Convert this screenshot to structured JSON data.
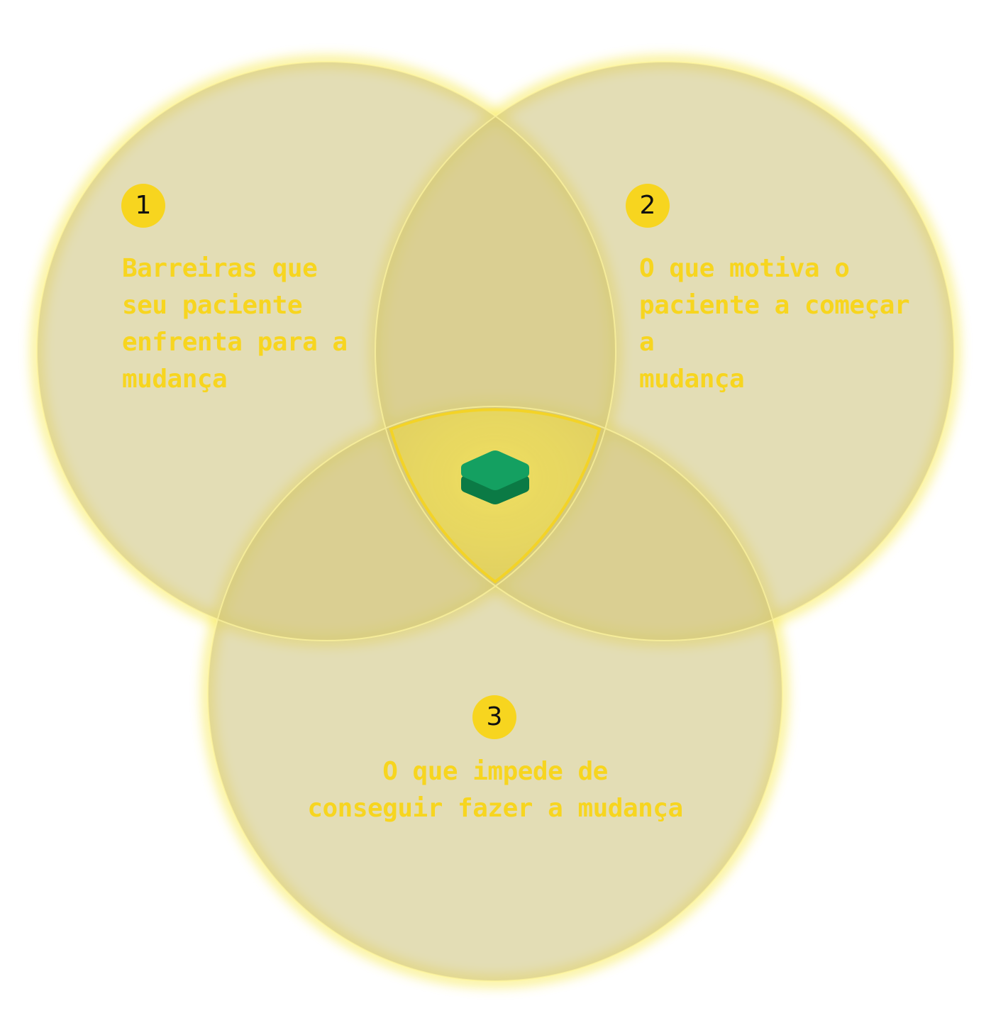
{
  "colors": {
    "circle_fill": "#c9c08a",
    "glow": "#f7e84a",
    "accent_yellow": "#f7d51f",
    "center_highlight": "#eddc55",
    "icon_green_top": "#14a061",
    "icon_green_bottom": "#0b7a45",
    "badge_text": "#111111"
  },
  "center_icon": "layers-icon",
  "circles": [
    {
      "number": "1",
      "lines": [
        "Barreiras que",
        "seu paciente",
        "enfrenta para a",
        "mudança"
      ]
    },
    {
      "number": "2",
      "lines": [
        "O que motiva o",
        "paciente a começar a",
        "mudança"
      ]
    },
    {
      "number": "3",
      "lines": [
        "O que impede de",
        "conseguir fazer a mudança"
      ]
    }
  ]
}
